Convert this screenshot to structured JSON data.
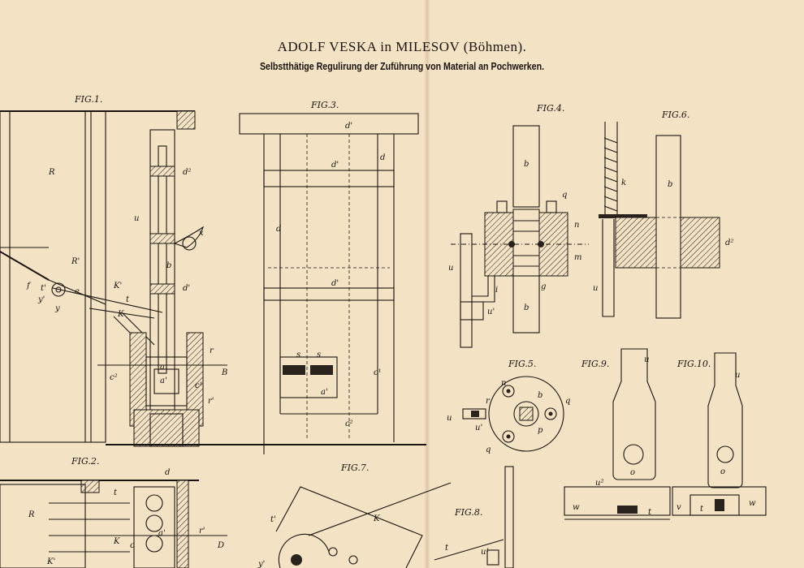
{
  "header": {
    "title": "ADOLF VESKA in MILESOV (Böhmen).",
    "subtitle": "Selbstthätige Regulirung der Zuführung von Material an Pochwerken."
  },
  "figures": [
    {
      "label": "FIG.1.",
      "letters": [
        "R",
        "R'",
        "f",
        "t'",
        "y'",
        "y",
        "e",
        "K'",
        "t",
        "K",
        "u",
        "b",
        "d'",
        "d²",
        "x",
        "a",
        "a'",
        "c²",
        "c¹",
        "r",
        "r'",
        "B"
      ]
    },
    {
      "label": "FIG.2.",
      "letters": [
        "R",
        "d",
        "t",
        "K",
        "a'",
        "r'",
        "D",
        "c",
        "K'"
      ]
    },
    {
      "label": "FIG.3.",
      "letters": [
        "d'",
        "d",
        "d'",
        "d",
        "d'",
        "s",
        "s",
        "a'",
        "c¹",
        "c²"
      ]
    },
    {
      "label": "FIG.4.",
      "letters": [
        "b",
        "q",
        "n",
        "m",
        "u",
        "i",
        "g",
        "u'",
        "b"
      ]
    },
    {
      "label": "FIG.5.",
      "letters": [
        "n",
        "b",
        "q",
        "r",
        "p",
        "u",
        "u'",
        "q"
      ]
    },
    {
      "label": "FIG.6.",
      "letters": [
        "k",
        "b",
        "d²",
        "u"
      ]
    },
    {
      "label": "FIG.7.",
      "letters": [
        "t'",
        "K",
        "y'"
      ]
    },
    {
      "label": "FIG.8.",
      "letters": [
        "t",
        "u¹"
      ]
    },
    {
      "label": "FIG.9.",
      "letters": [
        "u",
        "o",
        "u²",
        "w",
        "t"
      ]
    },
    {
      "label": "FIG.10.",
      "letters": [
        "u",
        "o",
        "w",
        "t",
        "v"
      ]
    }
  ]
}
